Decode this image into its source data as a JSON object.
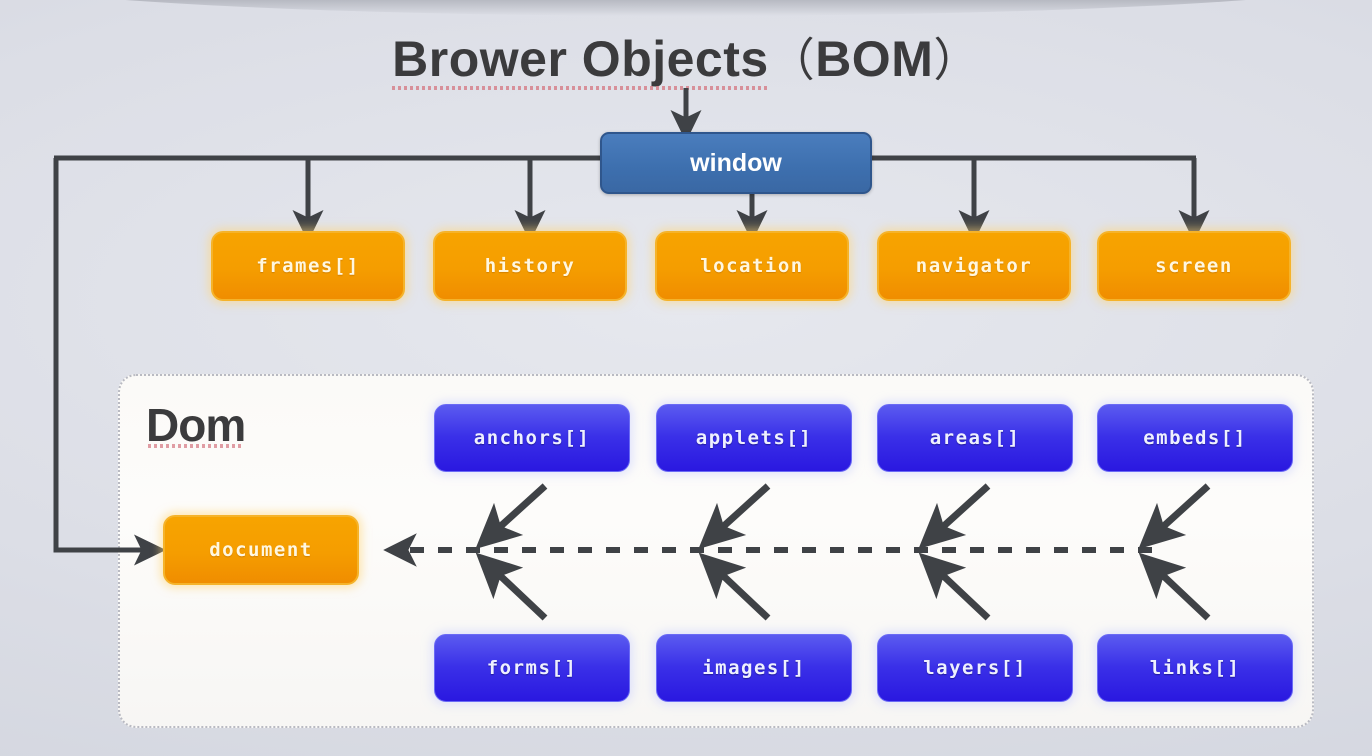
{
  "title": {
    "main": "Brower Objects",
    "paren_open": "（",
    "acronym": "BOM",
    "paren_close": "）"
  },
  "window_node": {
    "label": "window"
  },
  "bom_children": [
    {
      "label": "frames[]"
    },
    {
      "label": "history"
    },
    {
      "label": "location"
    },
    {
      "label": "navigator"
    },
    {
      "label": "screen"
    }
  ],
  "dom_panel": {
    "label": "Dom",
    "document_node": {
      "label": "document"
    },
    "top_collections": [
      {
        "label": "anchors[]"
      },
      {
        "label": "applets[]"
      },
      {
        "label": "areas[]"
      },
      {
        "label": "embeds[]"
      }
    ],
    "bottom_collections": [
      {
        "label": "forms[]"
      },
      {
        "label": "images[]"
      },
      {
        "label": "layers[]"
      },
      {
        "label": "links[]"
      }
    ]
  },
  "colors": {
    "orange": "#f59d00",
    "blue": "#3a30e8",
    "window_blue": "#3d6fae",
    "connector": "#3f4246",
    "background": "#dcdee6",
    "panel": "#fbfaf8",
    "title_text": "#3b3b3d",
    "spellcheck_underline": "#d4757f"
  }
}
